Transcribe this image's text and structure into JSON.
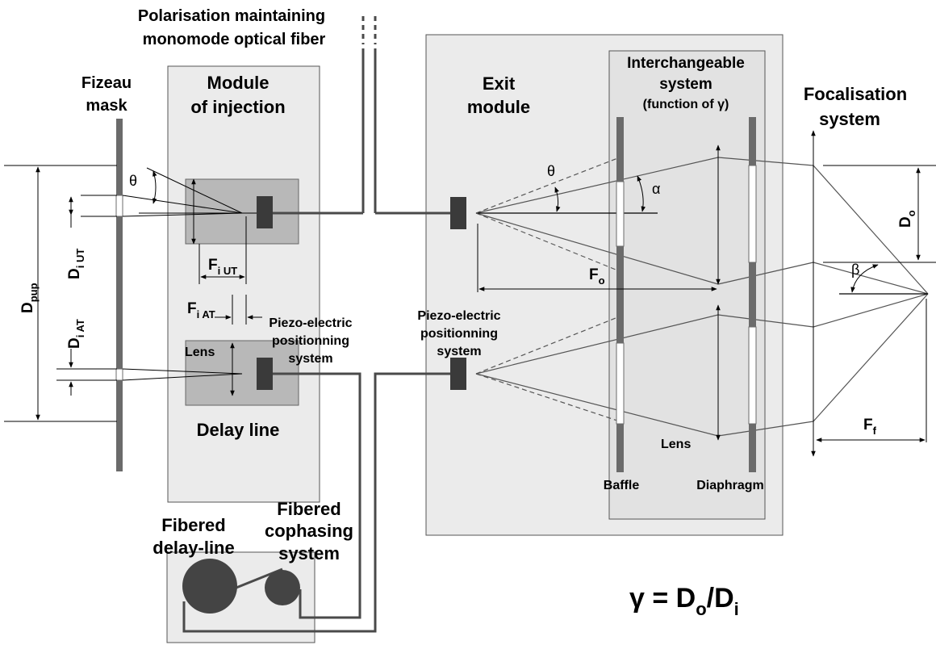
{
  "labels": {
    "fiber_title_1": "Polarisation maintaining",
    "fiber_title_2": "monomode optical fiber",
    "fizeau_1": "Fizeau",
    "fizeau_2": "mask",
    "injection_1": "Module",
    "injection_2": "of injection",
    "exit_1": "Exit",
    "exit_2": "module",
    "interch_1": "Interchangeable",
    "interch_2": "system",
    "interch_3": "(function of γ)",
    "focal_1": "Focalisation",
    "focal_2": "system",
    "theta_left": "θ",
    "theta_right": "θ",
    "alpha": "α",
    "beta": "β",
    "d_i_ut_main": "D",
    "d_i_ut_sub": "i UT",
    "d_i_at_main": "D",
    "d_i_at_sub": "i AT",
    "d_pup_main": "D",
    "d_pup_sub": "pup",
    "f_i_ut_main": "F",
    "f_i_ut_sub": "i UT",
    "f_i_at_main": "F",
    "f_i_at_sub": "i AT",
    "f_o_main": "F",
    "f_o_sub": "o",
    "d_o_main": "D",
    "d_o_sub": "o",
    "f_f_main": "F",
    "f_f_sub": "f",
    "piezo_left_1": "Piezo-electric",
    "piezo_left_2": "positionning",
    "piezo_left_3": "system",
    "piezo_right_1": "Piezo-electric",
    "piezo_right_2": "positionning",
    "piezo_right_3": "system",
    "lens_left": "Lens",
    "lens_right": "Lens",
    "delay_line": "Delay line",
    "fibered_delay_1": "Fibered",
    "fibered_delay_2": "delay-line",
    "cophasing_1": "Fibered",
    "cophasing_2": "cophasing",
    "cophasing_3": "system",
    "baffle": "Baffle",
    "diaphragm": "Diaphragm",
    "formula_1": "γ = D",
    "formula_sub_o": "o",
    "formula_2": "/D",
    "formula_sub_i": "i"
  },
  "colors": {
    "panel": "#ebebeb",
    "panel_dark": "#b5b5b5",
    "mask": "#6b6b6b",
    "component": "#3a3a3a",
    "fiber": "#4a4a4a",
    "line": "#000000",
    "ray": "#555555"
  }
}
